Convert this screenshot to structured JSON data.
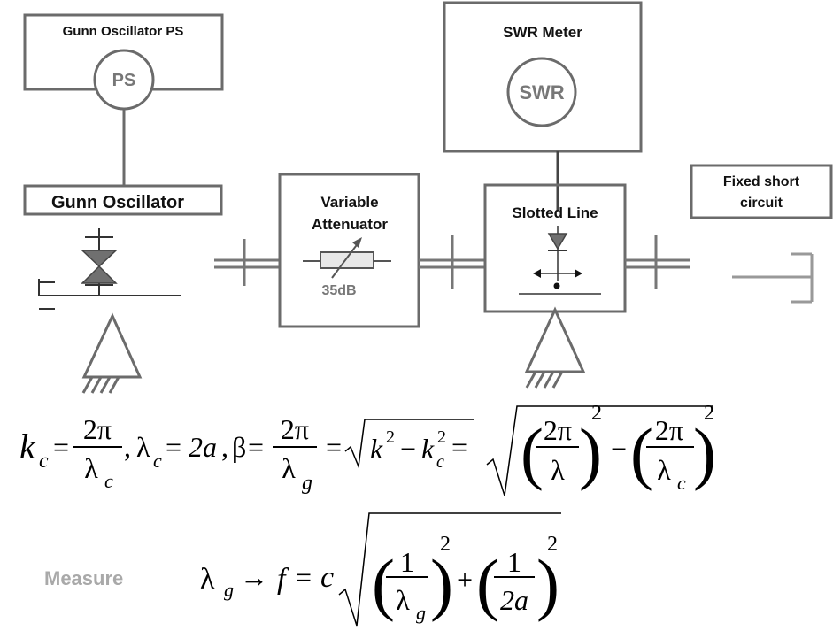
{
  "blocks": {
    "gunn_ps": "Gunn Oscillator PS",
    "ps_symbol": "PS",
    "gunn_osc": "Gunn Oscillator",
    "attenuator_line1": "Variable",
    "attenuator_line2": "Attenuator",
    "attenuator_value": "35dB",
    "swr_meter": "SWR Meter",
    "swr_symbol": "SWR",
    "slotted_line": "Slotted Line",
    "short_line1": "Fixed short",
    "short_line2": "circuit"
  },
  "equation1": {
    "k": "k",
    "c": "c",
    "eq": "=",
    "two_pi": "2π",
    "lambda": "λ",
    "comma": ",",
    "two_a": "2a",
    "beta": "β",
    "g": "g",
    "k2": "k",
    "sq": "2",
    "minus": "−",
    "open": "(",
    "close": ")"
  },
  "equation2": {
    "measure": "Measure",
    "lambda": "λ",
    "g": "g",
    "arrow": "→",
    "f": "f",
    "eq": "=",
    "c": "c",
    "one": "1",
    "plus": "+",
    "sq": "2",
    "two_a": "2a"
  }
}
